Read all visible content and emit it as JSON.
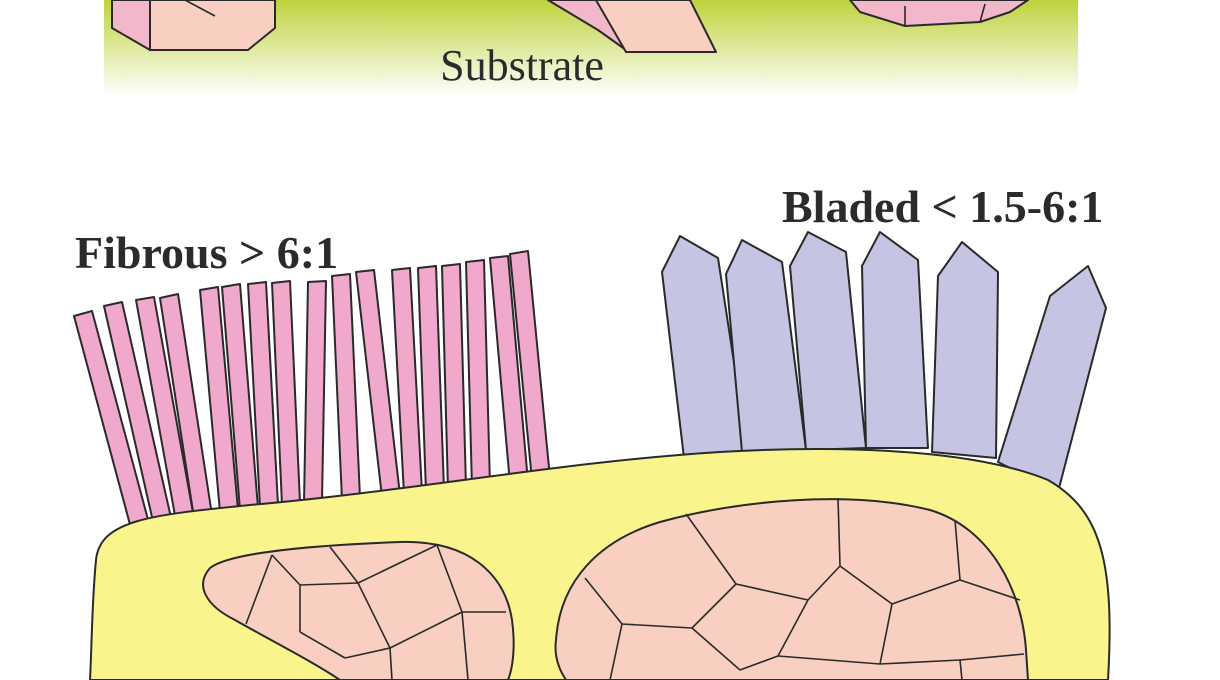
{
  "labels": {
    "substrate": "Substrate",
    "fibrous": "Fibrous > 6:1",
    "bladed": "Bladed < 1.5-6:1"
  },
  "colors": {
    "substrate_top": "#bfd23c",
    "substrate_bottom": "#ffffff",
    "fibrous_crystal": "#f0a8cc",
    "bladed_crystal": "#c5c4e2",
    "cement_rim": "#f9f48c",
    "grain": "#f8cfc0",
    "top_crystal": "#f2b7c9",
    "outline": "#2a2a2a"
  }
}
